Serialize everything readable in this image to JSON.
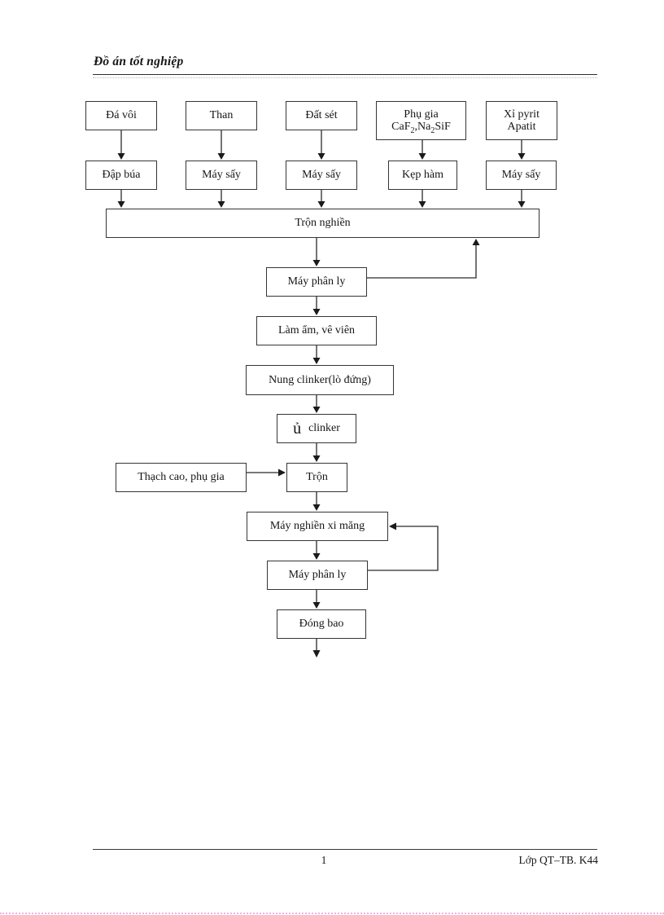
{
  "page": {
    "header_title": "Đồ án tốt nghiệp",
    "footer_page_number": "1",
    "footer_class_label": "Lớp QT–TB. K44"
  },
  "flowchart": {
    "inputs": [
      {
        "label": "Đá vôi"
      },
      {
        "label": "Than"
      },
      {
        "label": "Đất sét"
      },
      {
        "line1": "Phụ gia",
        "formula": {
          "a": "CaF",
          "sub1": "2",
          "b": ",Na",
          "sub2": "2",
          "c": "SiF"
        }
      },
      {
        "line1": "Xỉ pyrit",
        "line2": "Apatit"
      }
    ],
    "prep": [
      {
        "label": "Đập búa"
      },
      {
        "label": "Máy sấy"
      },
      {
        "label": "Máy sấy"
      },
      {
        "label": "Kẹp hàm"
      },
      {
        "label": "Máy sấy"
      }
    ],
    "mix_grind": "Trộn nghiền",
    "separator1": "Máy phân ly",
    "moisten": "Làm ẩm, vê viên",
    "kiln": "Nung clinker(lò đứng)",
    "age_prefix": "ủ",
    "age_suffix": "clinker",
    "additives": "Thạch cao, phụ gia",
    "mix": "Trộn",
    "cement_mill": "Máy nghiền xi măng",
    "separator2": "Máy phân ly",
    "packing": "Đóng bao"
  }
}
